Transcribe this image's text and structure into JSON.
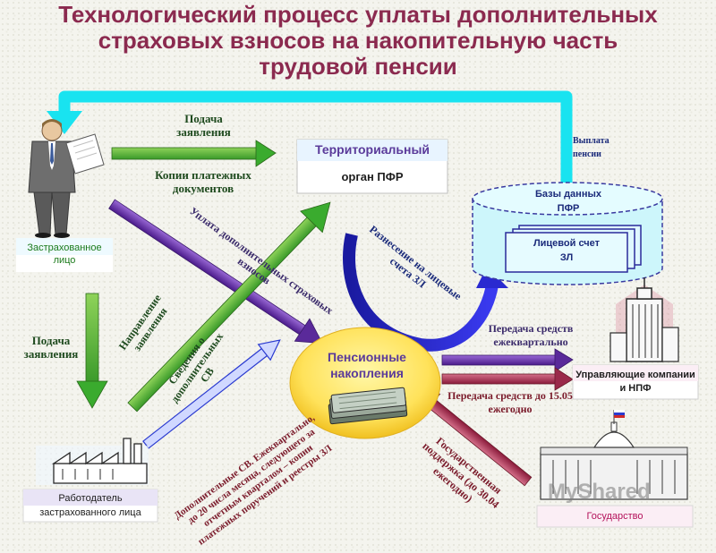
{
  "title": "Технологический процесс уплаты дополнительных страховых взносов на накопительную часть трудовой пенсии",
  "nodes": {
    "insured_person": "Застрахованное лицо",
    "territorial_body_line1": "Территориальный",
    "territorial_body_line2": "орган ПФР",
    "pfr_databases_line1": "Базы данных",
    "pfr_databases_line2": "ПФР",
    "personal_account_line1": "Лицевой счет",
    "personal_account_line2": "ЗЛ",
    "pension_savings_line1": "Пенсионные",
    "pension_savings_line2": "накопления",
    "managing_companies": "Управляющие компании и НПФ",
    "employer_line1": "Работодатель",
    "employer_line2": "застрахованного лица",
    "state": "Государство"
  },
  "flows": {
    "submit_application_top": "Подача заявления",
    "payment_doc_copies": "Копии платежных документов",
    "pension_payment": "Выплата пенсии",
    "additional_contributions_payment": "Уплата дополнительных страховых взносов",
    "posting_to_accounts": "Разнесение на лицевые счета ЗЛ",
    "funds_quarterly": "Передача средств ежеквартально",
    "funds_annual": "Передача средств до 15.05 ежегодно",
    "submit_application_left": "Подача заявления",
    "forward_application": "Направление заявления",
    "additional_sv_info": "Сведения о дополнительных СВ",
    "employer_contributions": "Дополнительные СВ. Ежеквартально, до 20 числа месяца, следующего за отчетным кварталом – копии платежных поручений и реестры ЗЛ",
    "state_support": "Государственная поддержка (до 30.04 ежегодно)"
  },
  "watermark": "MyShared",
  "colors": {
    "title": "#8b2a4f",
    "cyan_arrow": "#19e3f0",
    "green_arrow": "#3aab2e",
    "purple_arrow": "#5a2a9a",
    "blue_arrow": "#2a2ad0",
    "maroon_arrow": "#9a2a4a",
    "label_green_box": "#1a7a1a",
    "label_purple_box": "#5a3a9a",
    "label_pink_box": "#b4115a"
  }
}
